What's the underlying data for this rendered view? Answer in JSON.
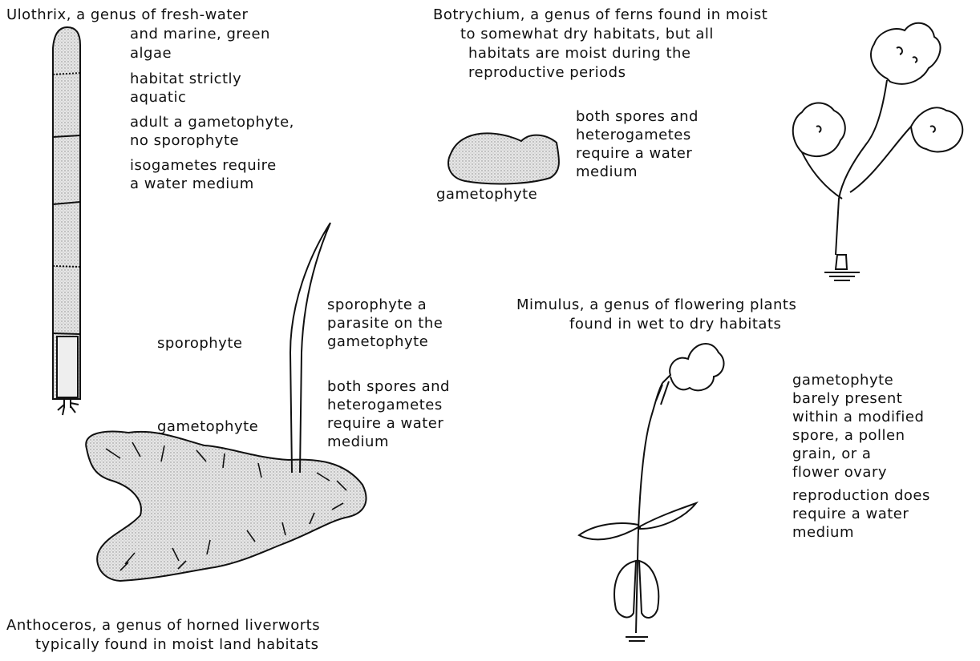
{
  "ulothrix": {
    "title_l1": "Ulothrix, a genus of fresh-water",
    "title_l2": "and marine, green",
    "title_l3": "algae",
    "n1_l1": "habitat strictly",
    "n1_l2": "aquatic",
    "n2_l1": "adult a gametophyte,",
    "n2_l2": "no sporophyte",
    "n3_l1": "isogametes require",
    "n3_l2": "a water medium"
  },
  "botrychium": {
    "title_l1": "Botrychium, a genus of ferns found in moist",
    "title_l2": "to somewhat dry habitats, but all",
    "title_l3": "habitats are moist during the",
    "title_l4": "reproductive periods",
    "gametophyte_label": "gametophyte",
    "n1_l1": "both spores and",
    "n1_l2": "heterogametes",
    "n1_l3": "require a water",
    "n1_l4": "medium"
  },
  "anthoceros": {
    "sporophyte_label": "sporophyte",
    "gametophyte_label": "gametophyte",
    "n1_l1": "sporophyte a",
    "n1_l2": "parasite on the",
    "n1_l3": "gametophyte",
    "n2_l1": "both spores and",
    "n2_l2": "heterogametes",
    "n2_l3": "require a water",
    "n2_l4": "medium",
    "caption_l1": "Anthoceros, a genus of horned liverworts",
    "caption_l2": "typically found in moist land habitats"
  },
  "mimulus": {
    "title_l1": "Mimulus, a genus of flowering plants",
    "title_l2": "found in wet to dry habitats",
    "n1_l1": "gametophyte",
    "n1_l2": "barely present",
    "n1_l3": "within a modified",
    "n1_l4": "spore, a pollen",
    "n1_l5": "grain, or a",
    "n1_l6": "flower ovary",
    "n2_l1": "reproduction does",
    "n2_l2": "require a water",
    "n2_l3": "medium"
  }
}
